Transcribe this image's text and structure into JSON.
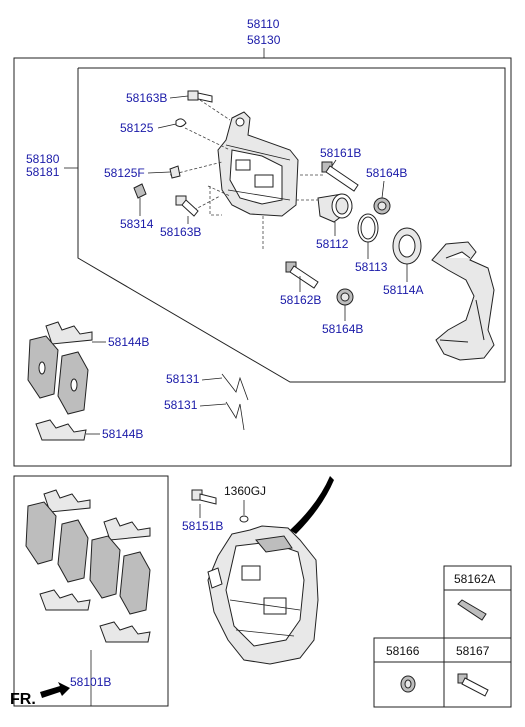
{
  "labels": {
    "assy_top_1": "58110",
    "assy_top_2": "58130",
    "side_1": "58180",
    "side_2": "58181",
    "bolt_top": "58163B",
    "cap_small": "58125",
    "bleeder": "58125F",
    "clip_58314": "58314",
    "bolt_lower": "58163B",
    "pin_upper": "58161B",
    "boot_upper": "58164B",
    "piston": "58112",
    "seal": "58113",
    "boot_piston": "58114A",
    "pin_lower": "58162B",
    "boot_lower": "58164B",
    "pad_kit_upper": "58144B",
    "shim_lower": "58144B",
    "spring_1": "58131",
    "spring_2": "58131",
    "bolt_58151b": "58151B",
    "washer_1360gj": "1360GJ",
    "pad_set": "58101B",
    "box_pin": "58162A",
    "box_boot": "58166",
    "box_guide": "58167",
    "fr": "FR."
  }
}
